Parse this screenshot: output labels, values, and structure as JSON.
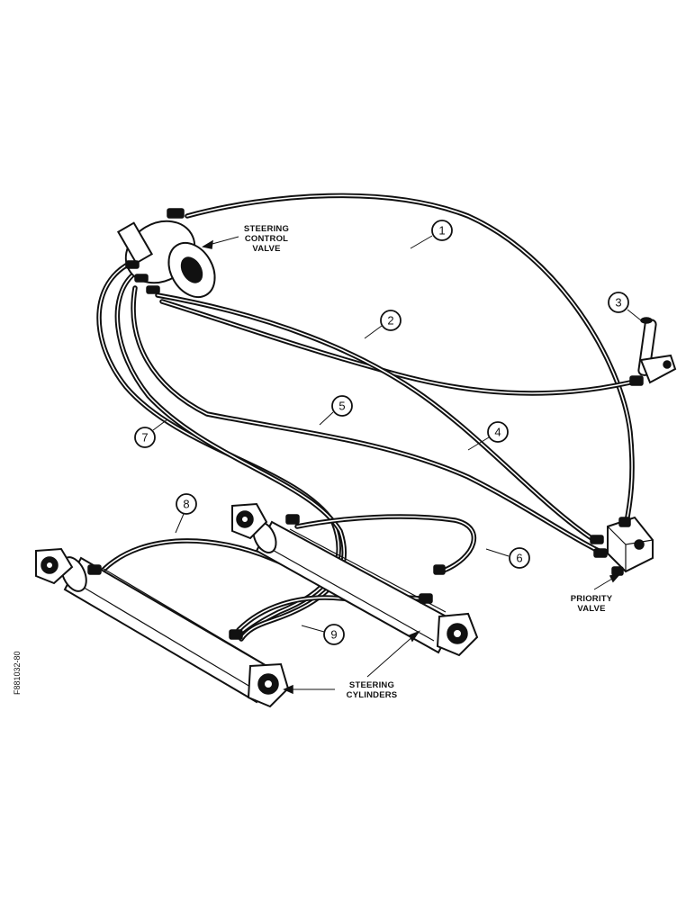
{
  "labels": {
    "steering_control_valve": [
      "STEERING",
      "CONTROL",
      "VALVE"
    ],
    "priority_valve": [
      "PRIORITY",
      "VALVE"
    ],
    "steering_cylinders": [
      "STEERING",
      "CYLINDERS"
    ]
  },
  "callouts": [
    "1",
    "2",
    "3",
    "4",
    "5",
    "6",
    "7",
    "8",
    "9"
  ],
  "figure_id": "F881032-80"
}
